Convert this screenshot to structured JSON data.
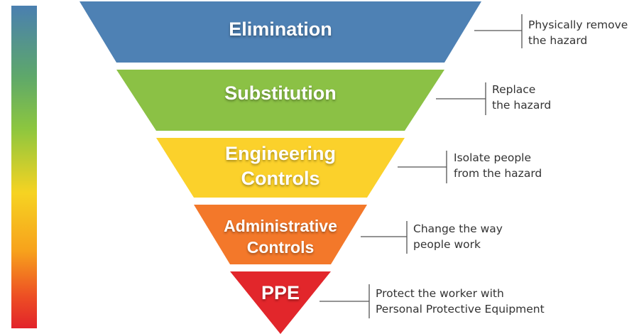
{
  "colors": {
    "elimination": "#4e81b4",
    "substitution": "#8bc145",
    "engineering": "#fbd12b",
    "administrative": "#f3782a",
    "ppe": "#e2262b"
  },
  "levels": [
    {
      "name": "Elimination",
      "lines": [
        "Elimination"
      ],
      "desc": [
        "Physically remove",
        "the hazard"
      ]
    },
    {
      "name": "Substitution",
      "lines": [
        "Substitution"
      ],
      "desc": [
        "Replace",
        "the hazard"
      ]
    },
    {
      "name": "Engineering Controls",
      "lines": [
        "Engineering",
        "Controls"
      ],
      "desc": [
        "Isolate people",
        "from the hazard"
      ]
    },
    {
      "name": "Administrative Controls",
      "lines": [
        "Administrative",
        "Controls"
      ],
      "desc": [
        "Change the way",
        "people work"
      ]
    },
    {
      "name": "PPE",
      "lines": [
        "PPE"
      ],
      "desc": [
        "Protect the worker with",
        "Personal Protective Equipment"
      ]
    }
  ]
}
